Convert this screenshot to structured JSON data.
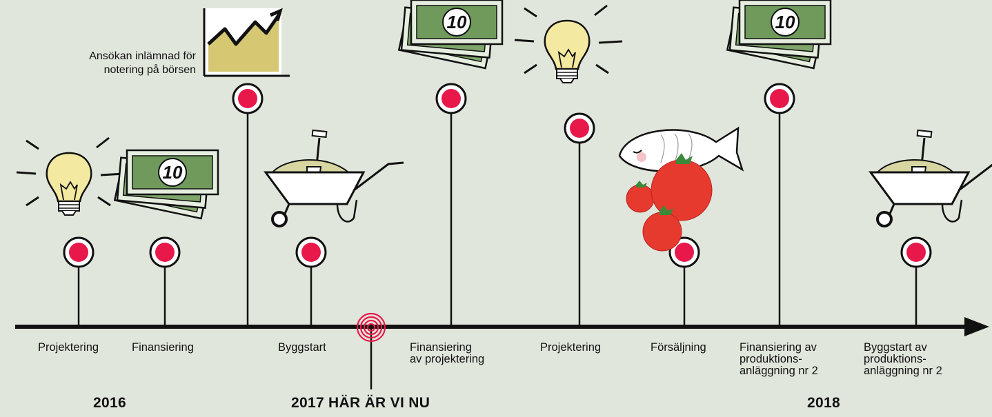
{
  "note": [
    "Ansökan inlämnad för",
    "notering på börsen"
  ],
  "events": [
    {
      "label": "Projektering",
      "icon": "lightbulb-icon"
    },
    {
      "label": "Finansiering",
      "icon": "money-icon"
    },
    {
      "label": "",
      "icon": "chart-icon"
    },
    {
      "label": "Byggstart",
      "icon": "wheelbarrow-icon"
    },
    {
      "label": "Finansiering\nav projektering",
      "icon": "money-icon"
    },
    {
      "label": "Projektering",
      "icon": "lightbulb-icon"
    },
    {
      "label": "Försäljning",
      "icon": "fish-tomato-icon"
    },
    {
      "label": "Finansiering av\nproduktions-\nanläggning nr 2",
      "icon": "money-icon"
    },
    {
      "label": "Byggstart av\nproduktions-\nanläggning nr 2",
      "icon": "wheelbarrow-icon"
    }
  ],
  "money_value": "10",
  "years": {
    "y2016": "2016",
    "now": "2017 HÄR ÄR VI NU",
    "y2018": "2018"
  },
  "colors": {
    "marker": "#e8194a",
    "line": "#111111",
    "money": "#6f9a5c",
    "bulb": "#f3e9a0",
    "chart": "#d6c873",
    "background": "#e1e6dc"
  }
}
